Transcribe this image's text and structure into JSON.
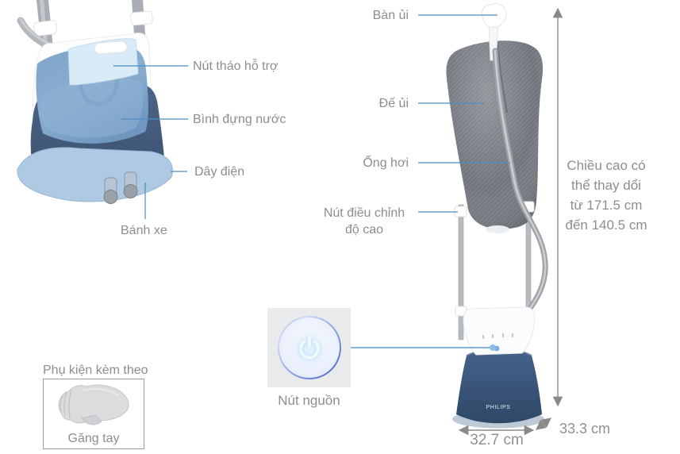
{
  "colors": {
    "leader_line": "#4a8ec2",
    "power_leader_line": "#3c87cf",
    "label_text": "#8b8e91",
    "dimension_gray": "#8a8a8a",
    "power_square_bg": "#e9eaec"
  },
  "brand": "PHILIPS",
  "base_unit": {
    "labels": {
      "release_button": "Nút tháo hỗ trợ",
      "water_tank": "Bình đựng nước",
      "power_cord": "Dây điện",
      "wheels": "Bánh xe"
    }
  },
  "steamer": {
    "labels": {
      "iron": "Bàn ủi",
      "iron_board": "Đế ủi",
      "steam_hose": "Ống hơi",
      "height_adjust_line1": "Nút điều chỉnh",
      "height_adjust_line2": "độ cao"
    },
    "height_note": [
      "Chiều cao có",
      "thể thay dổi",
      "từ 171.5 cm",
      "đến 140.5 cm"
    ],
    "dimensions": {
      "width": "32.7 cm",
      "depth": "33.3 cm"
    }
  },
  "power_button": {
    "label": "Nút nguồn",
    "icon": "power-icon"
  },
  "accessories": {
    "title": "Phụ kiện kèm theo",
    "item": "Găng tay"
  }
}
